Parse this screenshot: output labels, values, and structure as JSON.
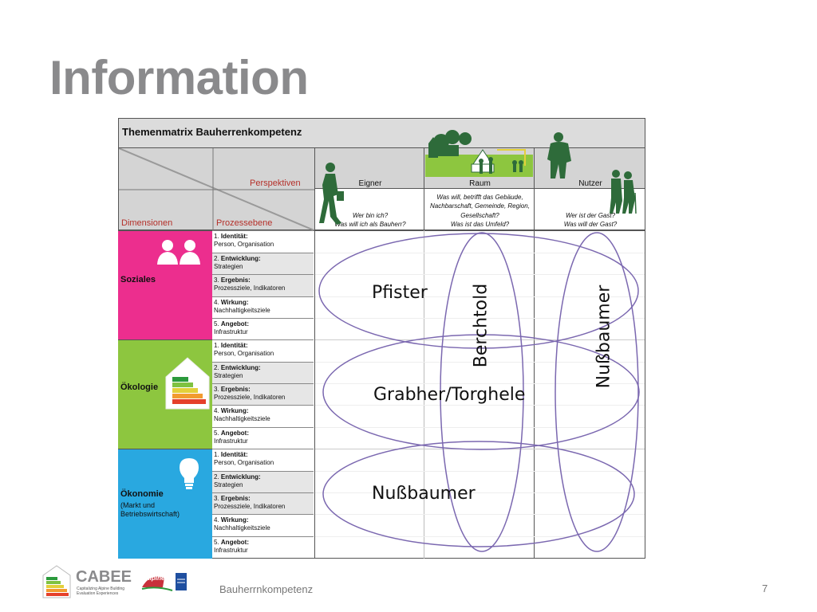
{
  "slide": {
    "title": "Information",
    "footer": "Bauherrnkompetenz",
    "page_number": "7"
  },
  "matrix": {
    "title": "Themenmatrix Bauherrenkompetenz",
    "perspektiven_label": "Perspektiven",
    "dimensionen_label": "Dimensionen",
    "prozessebene_label": "Prozessebene",
    "columns": [
      {
        "label": "Eigner",
        "question": [
          "Wer bin ich?",
          "Was will ich als Bauherr?"
        ]
      },
      {
        "label": "Raum",
        "question": [
          "Was will, betrifft das Gebäude,",
          "Nachbarschaft, Gemeinde, Region,",
          "Gesellschaft?",
          "Was ist das Umfeld?"
        ]
      },
      {
        "label": "Nutzer",
        "question": [
          "Wer ist der Gast?",
          "Was will der Gast?"
        ]
      }
    ],
    "dimensions": [
      {
        "name": "Soziales",
        "sub": "",
        "color": "#ec2e8e",
        "icon": "people-icon"
      },
      {
        "name": "Ökologie",
        "sub": "",
        "color": "#8dc63f",
        "icon": "energy-house-icon"
      },
      {
        "name": "Ökonomie",
        "sub1": "(Markt und",
        "sub2": "Betriebswirtschaft)",
        "color": "#29a8e0",
        "icon": "lightbulb-icon"
      }
    ],
    "process_steps": [
      {
        "num": "1.",
        "name": "Identität:",
        "desc": "Person, Organisation"
      },
      {
        "num": "2.",
        "name": "Entwicklung:",
        "desc": "Strategien"
      },
      {
        "num": "3.",
        "name": "Ergebnis:",
        "desc": "Prozessziele, Indikatoren"
      },
      {
        "num": "4.",
        "name": "Wirkung:",
        "desc": "Nachhaltigkeitsziele"
      },
      {
        "num": "5.",
        "name": "Angebot:",
        "desc": "Infrastruktur"
      }
    ]
  },
  "annotations": {
    "pfister": "Pfister",
    "grabher": "Grabher/Torghele",
    "nussbaumer_h": "Nußbaumer",
    "berchtold": "Berchtold",
    "nussbaumer_v": "Nußbaumer",
    "ellipse_color": "#7b68b0"
  },
  "logos": {
    "cabee_name": "CABEE",
    "cabee_tag1": "Capitalizing Alpine Building",
    "cabee_tag2": "Evaluation Experiences",
    "alpine": "Alpine"
  }
}
